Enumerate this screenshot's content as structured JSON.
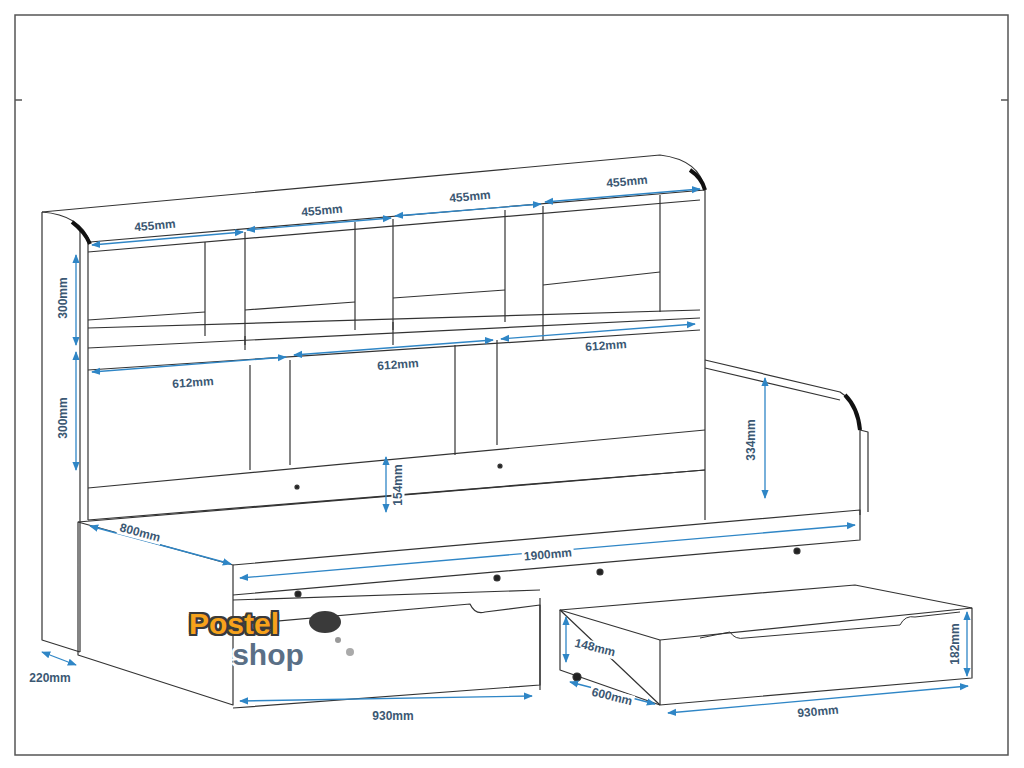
{
  "diagram": {
    "labels": [
      "455mm",
      "455mm",
      "455mm",
      "455mm",
      "300mm",
      "612mm",
      "612mm",
      "612mm",
      "300mm",
      "334mm",
      "154mm",
      "800mm",
      "1900mm",
      "148mm",
      "182mm",
      "Postel",
      "shop",
      "220mm",
      "930mm",
      "600mm",
      "930mm"
    ]
  }
}
